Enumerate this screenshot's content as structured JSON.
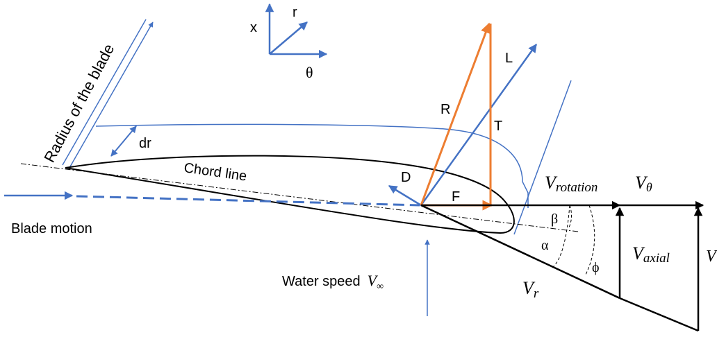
{
  "labels": {
    "radius": "Radius of the blade",
    "x": "x",
    "r": "r",
    "theta": "θ",
    "dr": "dr",
    "chord": "Chord line",
    "blade_motion": "Blade motion",
    "water_speed": "Water speed",
    "v_inf_sym": "V",
    "v_inf_sub": "∞",
    "R": "R",
    "L": "L",
    "T": "T",
    "D": "D",
    "F": "F",
    "v_rotation": "V",
    "v_rotation_sub": "rotation",
    "v_theta": "V",
    "v_theta_sub": "θ",
    "v_axial": "V",
    "v_axial_sub": "axial",
    "v_r": "V",
    "v_r_sub": "r",
    "v_edge": "V",
    "beta": "β",
    "alpha": "α",
    "phi": "ϕ"
  },
  "colors": {
    "blue": "#4472c4",
    "orange": "#ed7d31",
    "black": "#000000"
  }
}
